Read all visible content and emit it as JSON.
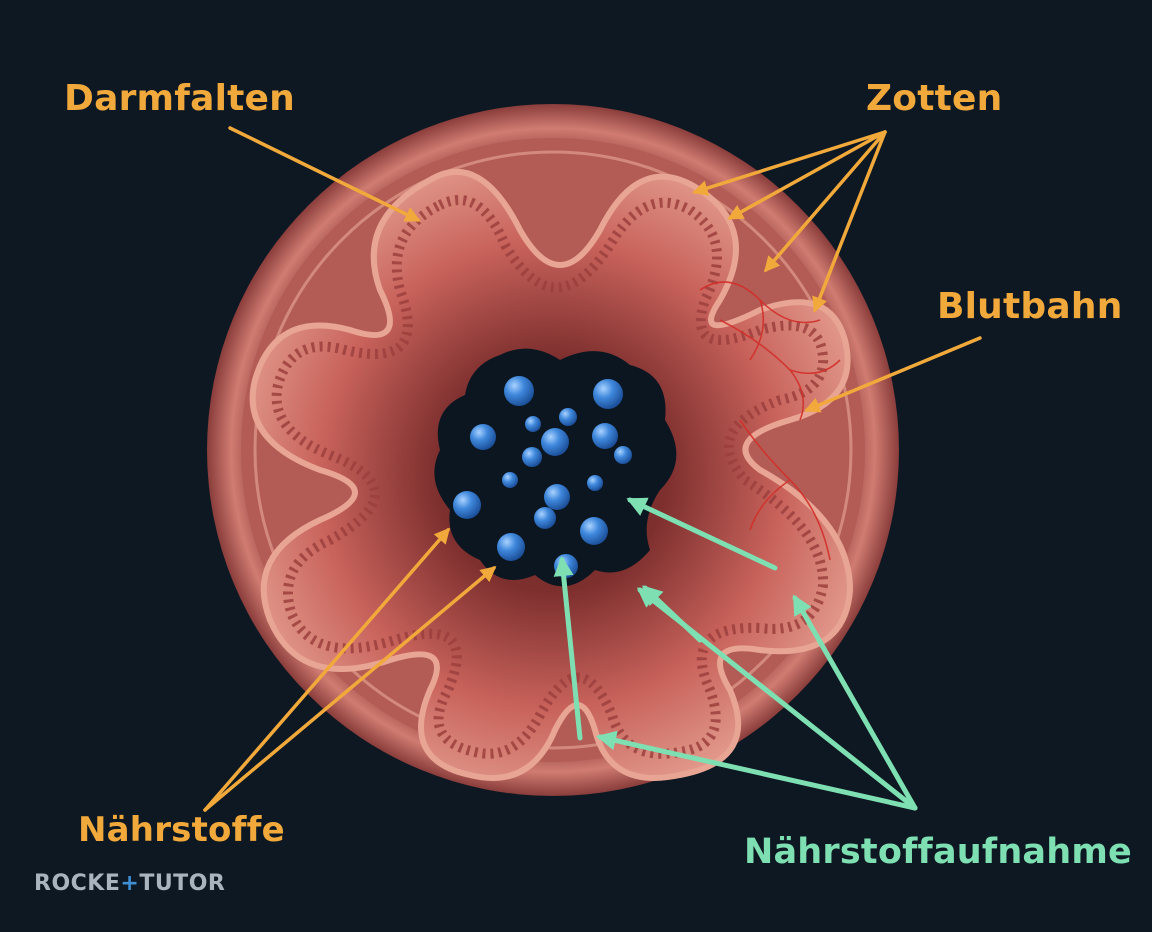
{
  "labels": {
    "darmfalten": "Darmfalten",
    "zotten": "Zotten",
    "blutbahn": "Blutbahn",
    "naehrstoffe": "Nährstoffe",
    "naehrstoffaufnahme": "Nährstoffaufnahme"
  },
  "logo": {
    "left": "ROCKE",
    "plus": "+",
    "right": "TUTOR"
  },
  "colors": {
    "background": "#0d1822",
    "label_orange": "#f2a93b",
    "label_green": "#7ee0b2",
    "tissue_outer": "#c86a64",
    "tissue_fold": "#b9544f",
    "nutrient_blue": "#3e86d8",
    "logo_gray": "#a9b4bf",
    "logo_plus": "#3f8fd4"
  },
  "icons": {
    "nutrient": "blue-sphere",
    "arrow": "arrowhead"
  }
}
